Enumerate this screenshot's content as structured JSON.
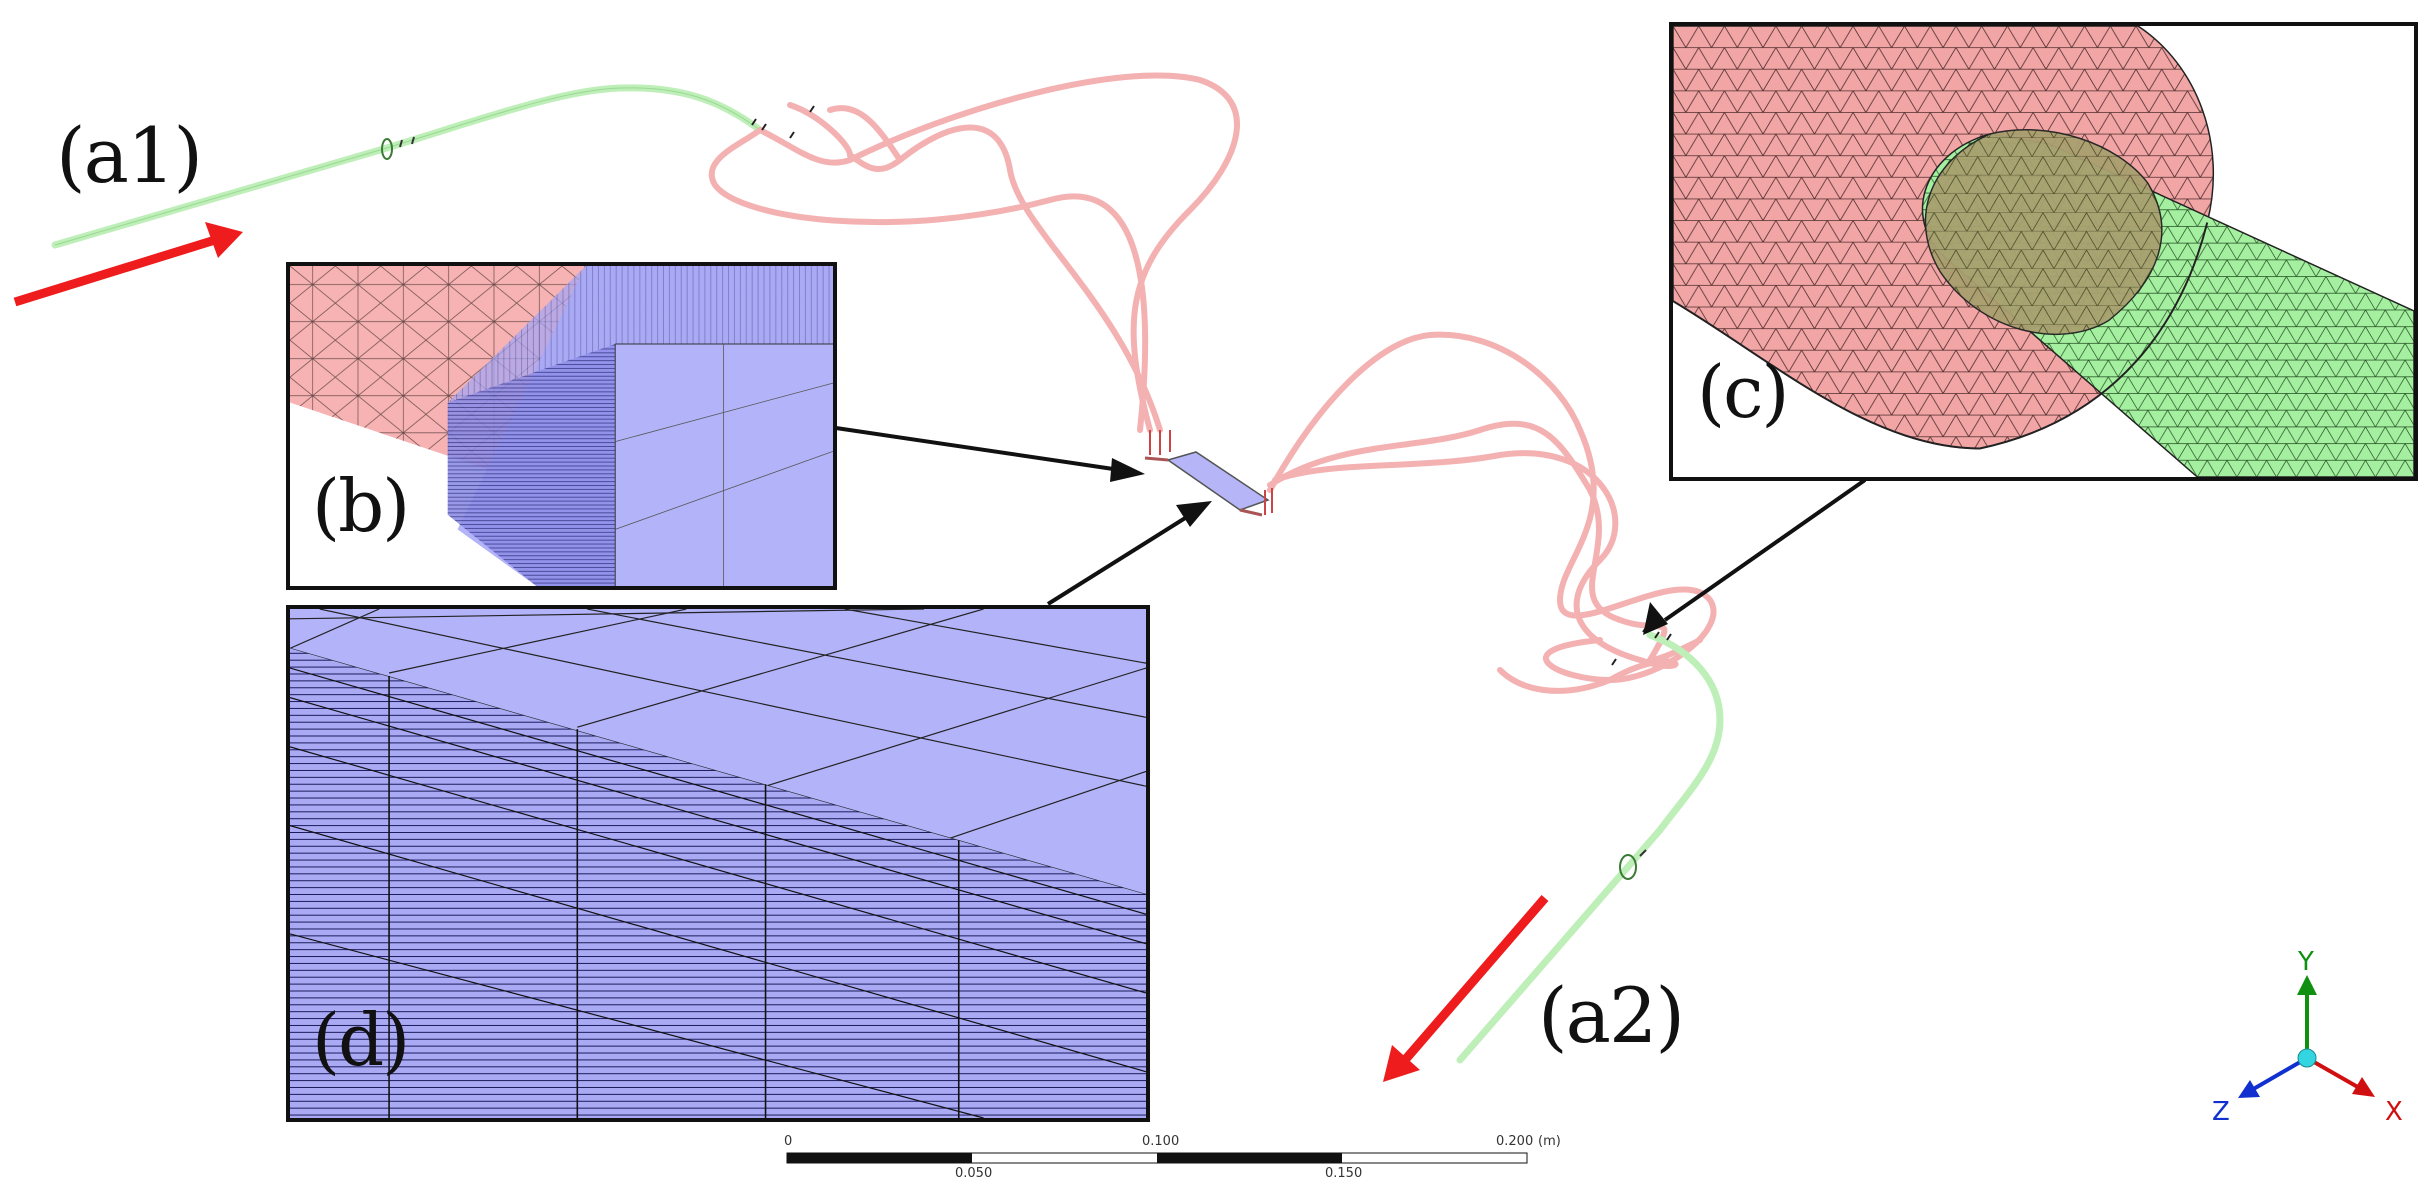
{
  "labels": {
    "a1": "(a1)",
    "a2": "(a2)",
    "b": "(b)",
    "c": "(c)",
    "d": "(d)"
  },
  "scale_bar": {
    "ticks_top": [
      "0",
      "0.100",
      "0.200"
    ],
    "unit": "(m)",
    "ticks_bottom": [
      "0.050",
      "0.150"
    ]
  },
  "triad": {
    "y": "Y",
    "x": "X",
    "z": "Z"
  },
  "colors": {
    "inlet_outlet_tube": "#b8efb0",
    "pink_tubing": "#f2a9a9",
    "channel": "#b0b0f8",
    "flow_arrow": "#ee1c1c",
    "axis_x": "#d01010",
    "axis_y": "#109010",
    "axis_z": "#1030d0"
  }
}
